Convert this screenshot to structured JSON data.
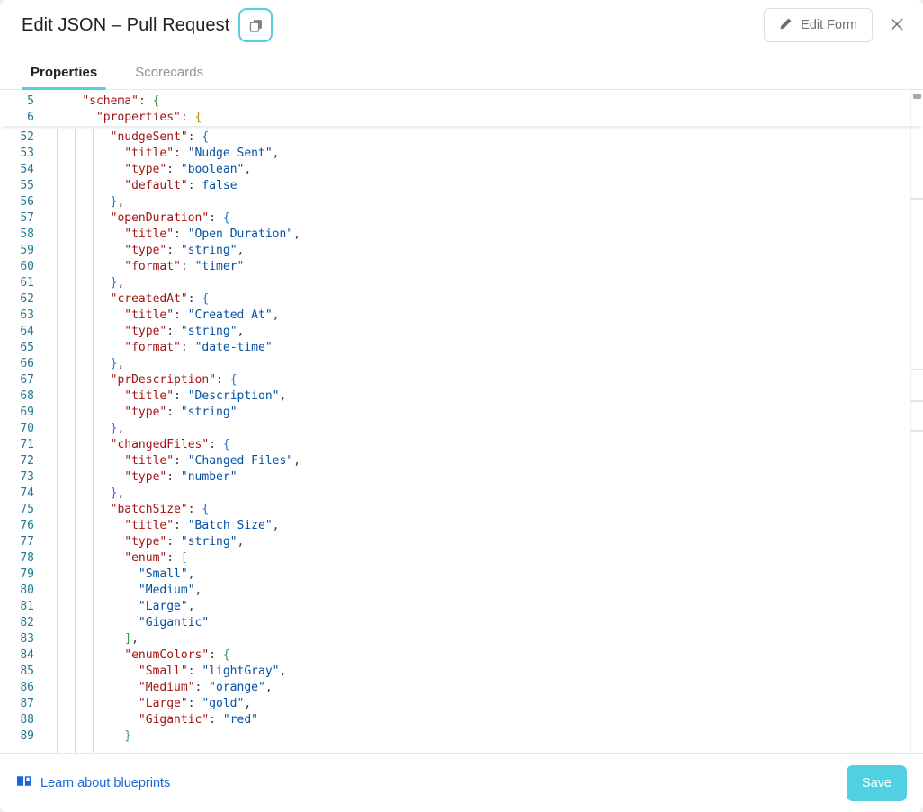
{
  "header": {
    "title": "Edit JSON – Pull Request",
    "copy_icon": "copy-icon",
    "edit_form_label": "Edit Form",
    "edit_icon": "pencil-icon",
    "close_icon": "close-icon"
  },
  "tabs": [
    {
      "label": "Properties",
      "active": true
    },
    {
      "label": "Scorecards",
      "active": false
    }
  ],
  "colors": {
    "accent": "#4fd1e0",
    "link": "#1767d8",
    "line_number": "#237893",
    "key": "#a31515",
    "string": "#0451a5",
    "bracket_1": "#3c9a4e",
    "bracket_2": "#c18401",
    "bracket_3": "#2c6fd6"
  },
  "editor": {
    "sticky_lines": [
      {
        "num": "5",
        "tokens": [
          {
            "t": "    ",
            "c": "p"
          },
          {
            "t": "\"schema\"",
            "c": "k"
          },
          {
            "t": ": ",
            "c": "p"
          },
          {
            "t": "{",
            "c": "b1"
          }
        ]
      },
      {
        "num": "6",
        "tokens": [
          {
            "t": "      ",
            "c": "p"
          },
          {
            "t": "\"properties\"",
            "c": "k"
          },
          {
            "t": ": ",
            "c": "p"
          },
          {
            "t": "{",
            "c": "b2"
          }
        ]
      }
    ],
    "lines": [
      {
        "num": "52",
        "tokens": [
          {
            "t": "        ",
            "c": "p"
          },
          {
            "t": "\"nudgeSent\"",
            "c": "k"
          },
          {
            "t": ": ",
            "c": "p"
          },
          {
            "t": "{",
            "c": "b3"
          }
        ]
      },
      {
        "num": "53",
        "tokens": [
          {
            "t": "          ",
            "c": "p"
          },
          {
            "t": "\"title\"",
            "c": "k"
          },
          {
            "t": ": ",
            "c": "p"
          },
          {
            "t": "\"Nudge Sent\"",
            "c": "s"
          },
          {
            "t": ",",
            "c": "p"
          }
        ]
      },
      {
        "num": "54",
        "tokens": [
          {
            "t": "          ",
            "c": "p"
          },
          {
            "t": "\"type\"",
            "c": "k"
          },
          {
            "t": ": ",
            "c": "p"
          },
          {
            "t": "\"boolean\"",
            "c": "s"
          },
          {
            "t": ",",
            "c": "p"
          }
        ]
      },
      {
        "num": "55",
        "tokens": [
          {
            "t": "          ",
            "c": "p"
          },
          {
            "t": "\"default\"",
            "c": "k"
          },
          {
            "t": ": ",
            "c": "p"
          },
          {
            "t": "false",
            "c": "kw"
          }
        ]
      },
      {
        "num": "56",
        "tokens": [
          {
            "t": "        ",
            "c": "p"
          },
          {
            "t": "}",
            "c": "b3"
          },
          {
            "t": ",",
            "c": "p"
          }
        ]
      },
      {
        "num": "57",
        "tokens": [
          {
            "t": "        ",
            "c": "p"
          },
          {
            "t": "\"openDuration\"",
            "c": "k"
          },
          {
            "t": ": ",
            "c": "p"
          },
          {
            "t": "{",
            "c": "b3"
          }
        ]
      },
      {
        "num": "58",
        "tokens": [
          {
            "t": "          ",
            "c": "p"
          },
          {
            "t": "\"title\"",
            "c": "k"
          },
          {
            "t": ": ",
            "c": "p"
          },
          {
            "t": "\"Open Duration\"",
            "c": "s"
          },
          {
            "t": ",",
            "c": "p"
          }
        ]
      },
      {
        "num": "59",
        "tokens": [
          {
            "t": "          ",
            "c": "p"
          },
          {
            "t": "\"type\"",
            "c": "k"
          },
          {
            "t": ": ",
            "c": "p"
          },
          {
            "t": "\"string\"",
            "c": "s"
          },
          {
            "t": ",",
            "c": "p"
          }
        ]
      },
      {
        "num": "60",
        "tokens": [
          {
            "t": "          ",
            "c": "p"
          },
          {
            "t": "\"format\"",
            "c": "k"
          },
          {
            "t": ": ",
            "c": "p"
          },
          {
            "t": "\"timer\"",
            "c": "s"
          }
        ]
      },
      {
        "num": "61",
        "tokens": [
          {
            "t": "        ",
            "c": "p"
          },
          {
            "t": "}",
            "c": "b3"
          },
          {
            "t": ",",
            "c": "p"
          }
        ]
      },
      {
        "num": "62",
        "tokens": [
          {
            "t": "        ",
            "c": "p"
          },
          {
            "t": "\"createdAt\"",
            "c": "k"
          },
          {
            "t": ": ",
            "c": "p"
          },
          {
            "t": "{",
            "c": "b3"
          }
        ]
      },
      {
        "num": "63",
        "tokens": [
          {
            "t": "          ",
            "c": "p"
          },
          {
            "t": "\"title\"",
            "c": "k"
          },
          {
            "t": ": ",
            "c": "p"
          },
          {
            "t": "\"Created At\"",
            "c": "s"
          },
          {
            "t": ",",
            "c": "p"
          }
        ]
      },
      {
        "num": "64",
        "tokens": [
          {
            "t": "          ",
            "c": "p"
          },
          {
            "t": "\"type\"",
            "c": "k"
          },
          {
            "t": ": ",
            "c": "p"
          },
          {
            "t": "\"string\"",
            "c": "s"
          },
          {
            "t": ",",
            "c": "p"
          }
        ]
      },
      {
        "num": "65",
        "tokens": [
          {
            "t": "          ",
            "c": "p"
          },
          {
            "t": "\"format\"",
            "c": "k"
          },
          {
            "t": ": ",
            "c": "p"
          },
          {
            "t": "\"date-time\"",
            "c": "s"
          }
        ]
      },
      {
        "num": "66",
        "tokens": [
          {
            "t": "        ",
            "c": "p"
          },
          {
            "t": "}",
            "c": "b3"
          },
          {
            "t": ",",
            "c": "p"
          }
        ]
      },
      {
        "num": "67",
        "tokens": [
          {
            "t": "        ",
            "c": "p"
          },
          {
            "t": "\"prDescription\"",
            "c": "k"
          },
          {
            "t": ": ",
            "c": "p"
          },
          {
            "t": "{",
            "c": "b3"
          }
        ]
      },
      {
        "num": "68",
        "tokens": [
          {
            "t": "          ",
            "c": "p"
          },
          {
            "t": "\"title\"",
            "c": "k"
          },
          {
            "t": ": ",
            "c": "p"
          },
          {
            "t": "\"Description\"",
            "c": "s"
          },
          {
            "t": ",",
            "c": "p"
          }
        ]
      },
      {
        "num": "69",
        "tokens": [
          {
            "t": "          ",
            "c": "p"
          },
          {
            "t": "\"type\"",
            "c": "k"
          },
          {
            "t": ": ",
            "c": "p"
          },
          {
            "t": "\"string\"",
            "c": "s"
          }
        ]
      },
      {
        "num": "70",
        "tokens": [
          {
            "t": "        ",
            "c": "p"
          },
          {
            "t": "}",
            "c": "b3"
          },
          {
            "t": ",",
            "c": "p"
          }
        ]
      },
      {
        "num": "71",
        "tokens": [
          {
            "t": "        ",
            "c": "p"
          },
          {
            "t": "\"changedFiles\"",
            "c": "k"
          },
          {
            "t": ": ",
            "c": "p"
          },
          {
            "t": "{",
            "c": "b3"
          }
        ]
      },
      {
        "num": "72",
        "tokens": [
          {
            "t": "          ",
            "c": "p"
          },
          {
            "t": "\"title\"",
            "c": "k"
          },
          {
            "t": ": ",
            "c": "p"
          },
          {
            "t": "\"Changed Files\"",
            "c": "s"
          },
          {
            "t": ",",
            "c": "p"
          }
        ]
      },
      {
        "num": "73",
        "tokens": [
          {
            "t": "          ",
            "c": "p"
          },
          {
            "t": "\"type\"",
            "c": "k"
          },
          {
            "t": ": ",
            "c": "p"
          },
          {
            "t": "\"number\"",
            "c": "s"
          }
        ]
      },
      {
        "num": "74",
        "tokens": [
          {
            "t": "        ",
            "c": "p"
          },
          {
            "t": "}",
            "c": "b3"
          },
          {
            "t": ",",
            "c": "p"
          }
        ]
      },
      {
        "num": "75",
        "tokens": [
          {
            "t": "        ",
            "c": "p"
          },
          {
            "t": "\"batchSize\"",
            "c": "k"
          },
          {
            "t": ": ",
            "c": "p"
          },
          {
            "t": "{",
            "c": "b3"
          }
        ]
      },
      {
        "num": "76",
        "tokens": [
          {
            "t": "          ",
            "c": "p"
          },
          {
            "t": "\"title\"",
            "c": "k"
          },
          {
            "t": ": ",
            "c": "p"
          },
          {
            "t": "\"Batch Size\"",
            "c": "s"
          },
          {
            "t": ",",
            "c": "p"
          }
        ]
      },
      {
        "num": "77",
        "tokens": [
          {
            "t": "          ",
            "c": "p"
          },
          {
            "t": "\"type\"",
            "c": "k"
          },
          {
            "t": ": ",
            "c": "p"
          },
          {
            "t": "\"string\"",
            "c": "s"
          },
          {
            "t": ",",
            "c": "p"
          }
        ]
      },
      {
        "num": "78",
        "tokens": [
          {
            "t": "          ",
            "c": "p"
          },
          {
            "t": "\"enum\"",
            "c": "k"
          },
          {
            "t": ": ",
            "c": "p"
          },
          {
            "t": "[",
            "c": "b4"
          }
        ]
      },
      {
        "num": "79",
        "tokens": [
          {
            "t": "            ",
            "c": "p"
          },
          {
            "t": "\"Small\"",
            "c": "s"
          },
          {
            "t": ",",
            "c": "p"
          }
        ]
      },
      {
        "num": "80",
        "tokens": [
          {
            "t": "            ",
            "c": "p"
          },
          {
            "t": "\"Medium\"",
            "c": "s"
          },
          {
            "t": ",",
            "c": "p"
          }
        ]
      },
      {
        "num": "81",
        "tokens": [
          {
            "t": "            ",
            "c": "p"
          },
          {
            "t": "\"Large\"",
            "c": "s"
          },
          {
            "t": ",",
            "c": "p"
          }
        ]
      },
      {
        "num": "82",
        "tokens": [
          {
            "t": "            ",
            "c": "p"
          },
          {
            "t": "\"Gigantic\"",
            "c": "s"
          }
        ]
      },
      {
        "num": "83",
        "tokens": [
          {
            "t": "          ",
            "c": "p"
          },
          {
            "t": "]",
            "c": "b4"
          },
          {
            "t": ",",
            "c": "p"
          }
        ]
      },
      {
        "num": "84",
        "tokens": [
          {
            "t": "          ",
            "c": "p"
          },
          {
            "t": "\"enumColors\"",
            "c": "k"
          },
          {
            "t": ": ",
            "c": "p"
          },
          {
            "t": "{",
            "c": "b4"
          }
        ]
      },
      {
        "num": "85",
        "tokens": [
          {
            "t": "            ",
            "c": "p"
          },
          {
            "t": "\"Small\"",
            "c": "k"
          },
          {
            "t": ": ",
            "c": "p"
          },
          {
            "t": "\"lightGray\"",
            "c": "s"
          },
          {
            "t": ",",
            "c": "p"
          }
        ]
      },
      {
        "num": "86",
        "tokens": [
          {
            "t": "            ",
            "c": "p"
          },
          {
            "t": "\"Medium\"",
            "c": "k"
          },
          {
            "t": ": ",
            "c": "p"
          },
          {
            "t": "\"orange\"",
            "c": "s"
          },
          {
            "t": ",",
            "c": "p"
          }
        ]
      },
      {
        "num": "87",
        "tokens": [
          {
            "t": "            ",
            "c": "p"
          },
          {
            "t": "\"Large\"",
            "c": "k"
          },
          {
            "t": ": ",
            "c": "p"
          },
          {
            "t": "\"gold\"",
            "c": "s"
          },
          {
            "t": ",",
            "c": "p"
          }
        ]
      },
      {
        "num": "88",
        "tokens": [
          {
            "t": "            ",
            "c": "p"
          },
          {
            "t": "\"Gigantic\"",
            "c": "k"
          },
          {
            "t": ": ",
            "c": "p"
          },
          {
            "t": "\"red\"",
            "c": "s"
          }
        ]
      },
      {
        "num": "89",
        "tokens": [
          {
            "t": "          ",
            "c": "p"
          },
          {
            "t": "}",
            "c": "b4"
          }
        ]
      }
    ]
  },
  "footer": {
    "learn_label": "Learn about blueprints",
    "book_icon": "book-icon",
    "save_label": "Save"
  }
}
